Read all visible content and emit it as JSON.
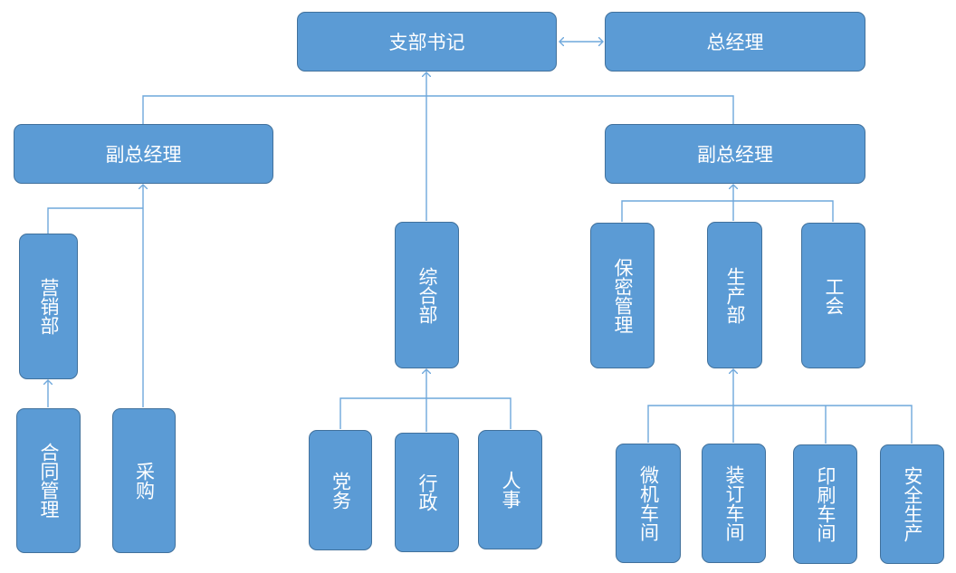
{
  "colors": {
    "box_fill": "#5b9bd5",
    "box_border": "#41719c",
    "connector": "#6fa8dc",
    "text": "#ffffff"
  },
  "nodes": {
    "party_secretary": "支部书记",
    "general_manager": "总经理",
    "deputy_gm_left": "副总经理",
    "deputy_gm_right": "副总经理",
    "marketing_dept": "营销部",
    "contract_management": "合同管理",
    "procurement": "采购",
    "general_affairs_dept": "综合部",
    "party_affairs": "党务",
    "administration": "行政",
    "personnel": "人事",
    "confidentiality_management": "保密管理",
    "production_dept": "生产部",
    "labor_union": "工会",
    "microcomputer_workshop": "微机车间",
    "binding_workshop": "装订车间",
    "printing_workshop": "印刷车间",
    "safety_production": "安全生产"
  }
}
